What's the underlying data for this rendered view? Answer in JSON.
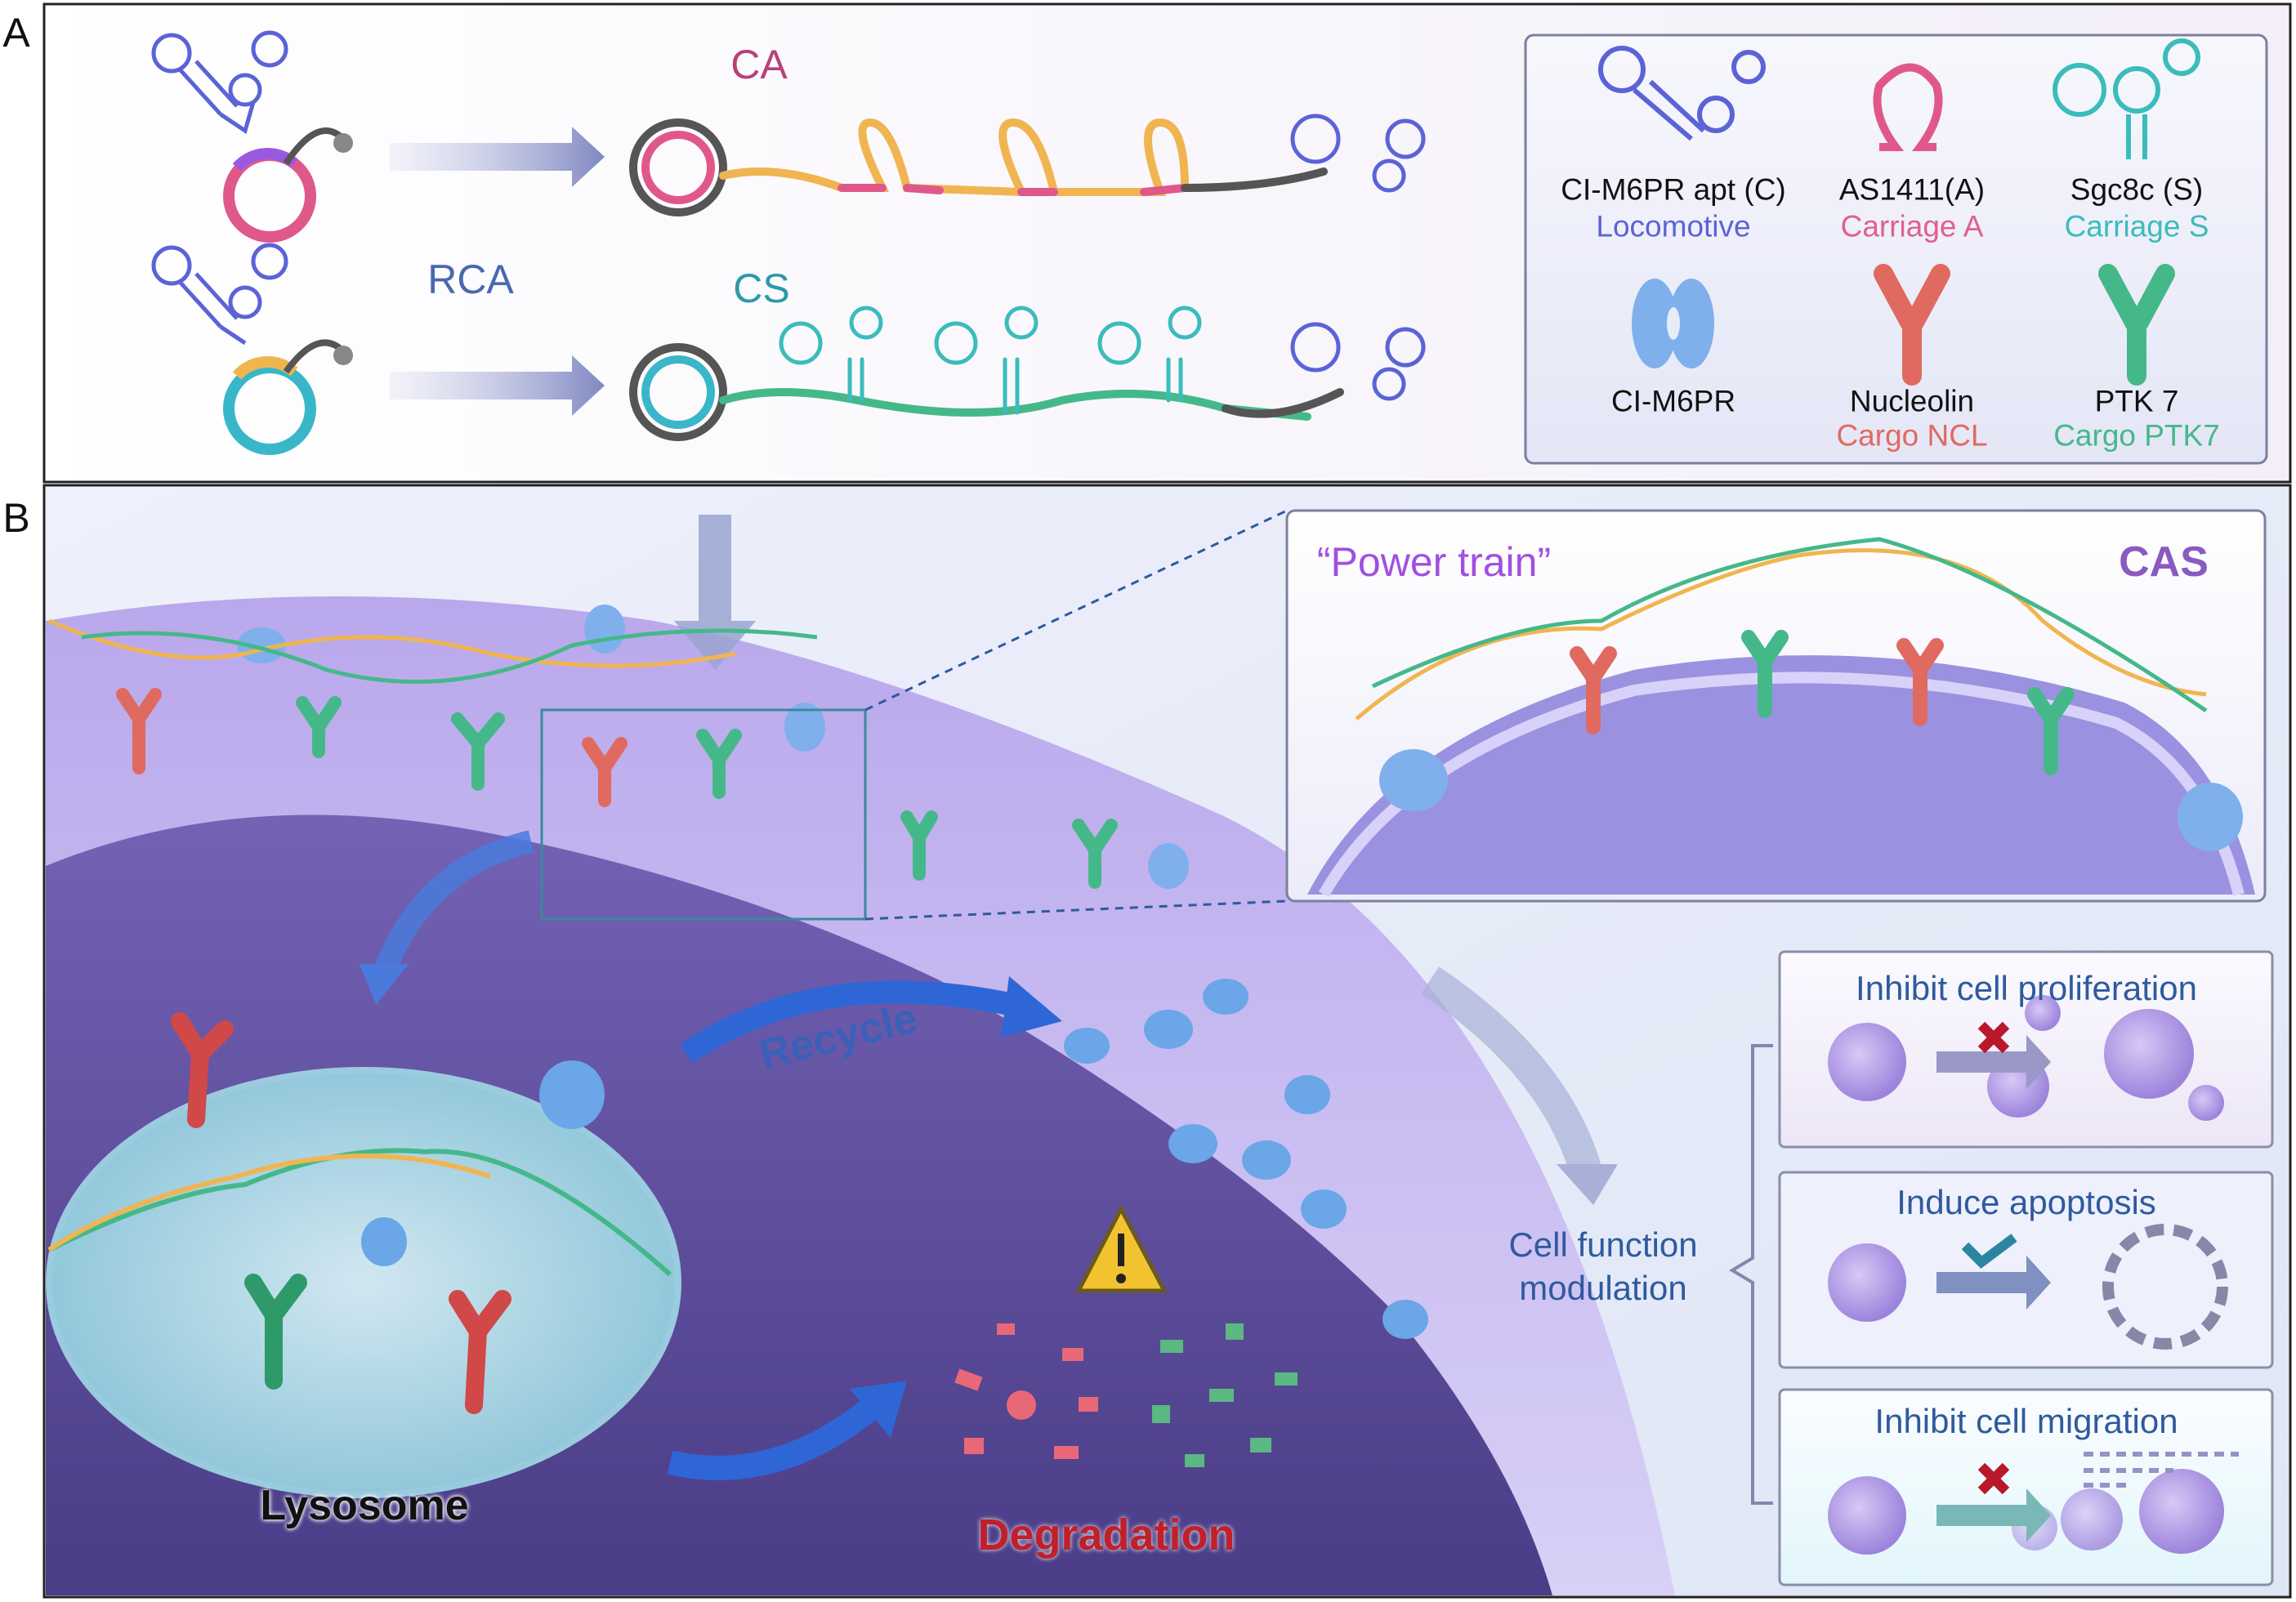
{
  "panel_a": {
    "label": "A",
    "rca_label": "RCA",
    "ca_label": "CA",
    "cs_label": "CS",
    "legend": [
      {
        "name": "CI-M6PR apt (C)",
        "role": "Locomotive",
        "color": "#5b63d6",
        "icon": "aptamer-c-icon"
      },
      {
        "name": "AS1411(A)",
        "role": "Carriage A",
        "color": "#e06090",
        "icon": "aptamer-a-icon"
      },
      {
        "name": "Sgc8c (S)",
        "role": "Carriage S",
        "color": "#3bbcbc",
        "icon": "aptamer-s-icon"
      },
      {
        "name": "CI-M6PR",
        "role": "",
        "color": "#6aa6e8",
        "icon": "receptor-icon"
      },
      {
        "name": "Nucleolin",
        "role": "Cargo NCL",
        "color": "#e06a60",
        "icon": "nucleolin-icon"
      },
      {
        "name": "PTK 7",
        "role": "Cargo PTK7",
        "color": "#45b88a",
        "icon": "ptk7-icon"
      }
    ]
  },
  "panel_b": {
    "label": "B",
    "inset_title": "“Power train”",
    "inset_tag": "CAS",
    "recycle_label": "Recycle",
    "lysosome_label": "Lysosome",
    "degradation_label": "Degradation",
    "cell_function_label_1": "Cell function",
    "cell_function_label_2": "modulation",
    "outcomes": [
      {
        "title": "Inhibit cell proliferation",
        "mark": "cross"
      },
      {
        "title": "Induce apoptosis",
        "mark": "check"
      },
      {
        "title": "Inhibit cell migration",
        "mark": "cross"
      }
    ]
  },
  "colors": {
    "locomotive": "#5b63d6",
    "carriage_a": "#e06090",
    "carriage_s": "#3bbcbc",
    "cargo_ncl": "#e06a60",
    "cargo_ptk7": "#45b88a",
    "accent_blue": "#2f5a9e",
    "degradation_red": "#c0202a"
  }
}
